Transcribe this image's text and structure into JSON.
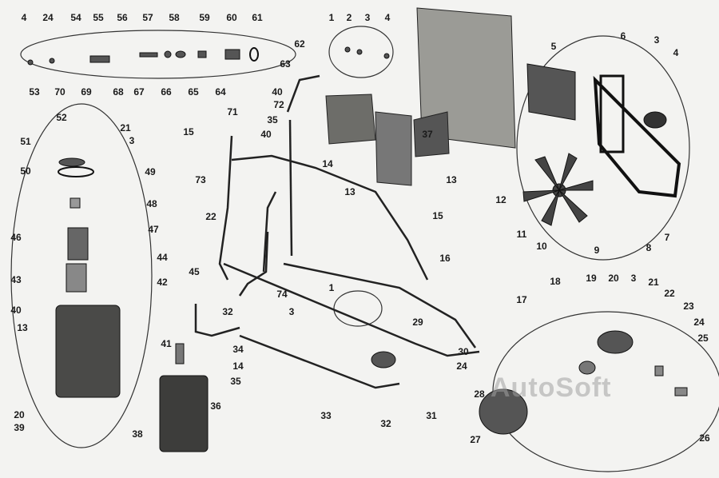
{
  "watermark": "AutoSoft",
  "labels": [
    "4",
    "24",
    "54",
    "55",
    "56",
    "57",
    "58",
    "59",
    "60",
    "61",
    "53",
    "70",
    "69",
    "68",
    "67",
    "66",
    "65",
    "64",
    "63",
    "1",
    "2",
    "3",
    "4",
    "62",
    "40",
    "72",
    "35",
    "40",
    "71",
    "15",
    "73",
    "22",
    "14",
    "13",
    "37",
    "13",
    "15",
    "16",
    "74",
    "5",
    "6",
    "3",
    "4",
    "12",
    "11",
    "10",
    "9",
    "8",
    "7",
    "52",
    "21",
    "51",
    "3",
    "50",
    "49",
    "48",
    "47",
    "46",
    "44",
    "43",
    "42",
    "40",
    "13",
    "20",
    "39",
    "38",
    "45",
    "32",
    "41",
    "34",
    "14",
    "35",
    "36",
    "1",
    "3",
    "29",
    "30",
    "24",
    "28",
    "31",
    "33",
    "32",
    "18",
    "19",
    "20",
    "3",
    "21",
    "22",
    "23",
    "24",
    "25",
    "17",
    "27",
    "26"
  ]
}
